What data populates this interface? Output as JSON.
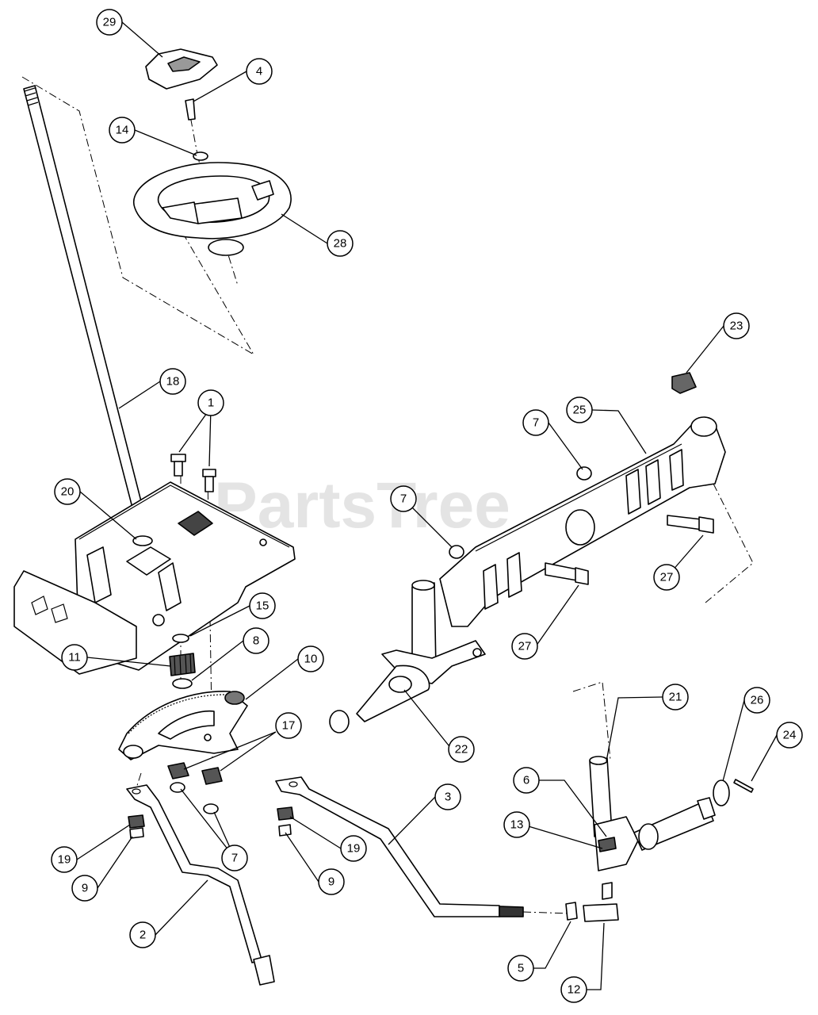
{
  "watermark": "PartsTree",
  "callouts": [
    {
      "label": "29"
    },
    {
      "label": "4"
    },
    {
      "label": "14"
    },
    {
      "label": "28"
    },
    {
      "label": "18"
    },
    {
      "label": "1"
    },
    {
      "label": "20"
    },
    {
      "label": "15"
    },
    {
      "label": "11"
    },
    {
      "label": "8"
    },
    {
      "label": "10"
    },
    {
      "label": "17"
    },
    {
      "label": "19"
    },
    {
      "label": "9"
    },
    {
      "label": "7"
    },
    {
      "label": "2"
    },
    {
      "label": "19"
    },
    {
      "label": "9"
    },
    {
      "label": "3"
    },
    {
      "label": "23"
    },
    {
      "label": "7"
    },
    {
      "label": "25"
    },
    {
      "label": "7"
    },
    {
      "label": "27"
    },
    {
      "label": "27"
    },
    {
      "label": "22"
    },
    {
      "label": "21"
    },
    {
      "label": "26"
    },
    {
      "label": "24"
    },
    {
      "label": "6"
    },
    {
      "label": "13"
    },
    {
      "label": "5"
    },
    {
      "label": "12"
    }
  ]
}
